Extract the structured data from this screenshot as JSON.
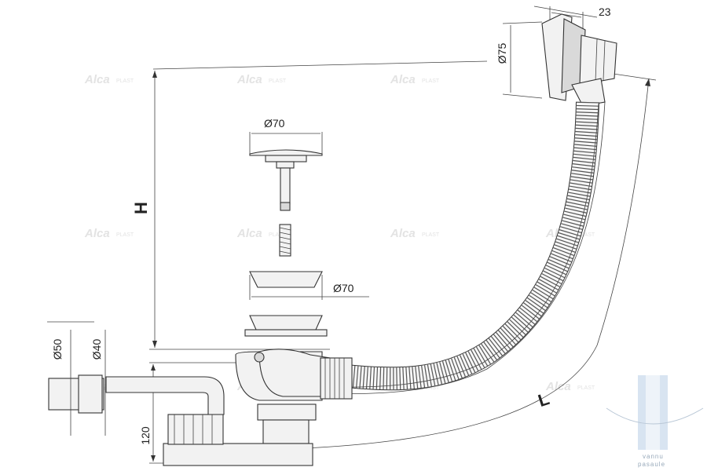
{
  "dimensions": {
    "overflow_width": "23",
    "overflow_diameter": "Ø75",
    "plug_cap_diameter": "Ø70",
    "waste_cap_diameter": "Ø70",
    "height": "H",
    "length": "L",
    "outlet_outer_diameter": "Ø50",
    "outlet_inner_diameter": "Ø40",
    "trap_height": "120"
  },
  "watermark": {
    "brand": "Alca",
    "suffix": "PLAST"
  },
  "corner_logo": {
    "line1": "vannu",
    "line2": "pasaule"
  },
  "colors": {
    "line": "#333333",
    "part_fill": "#f2f2f2",
    "watermark": "#e3e3e3",
    "logo_blue": "#c9d9ea"
  }
}
